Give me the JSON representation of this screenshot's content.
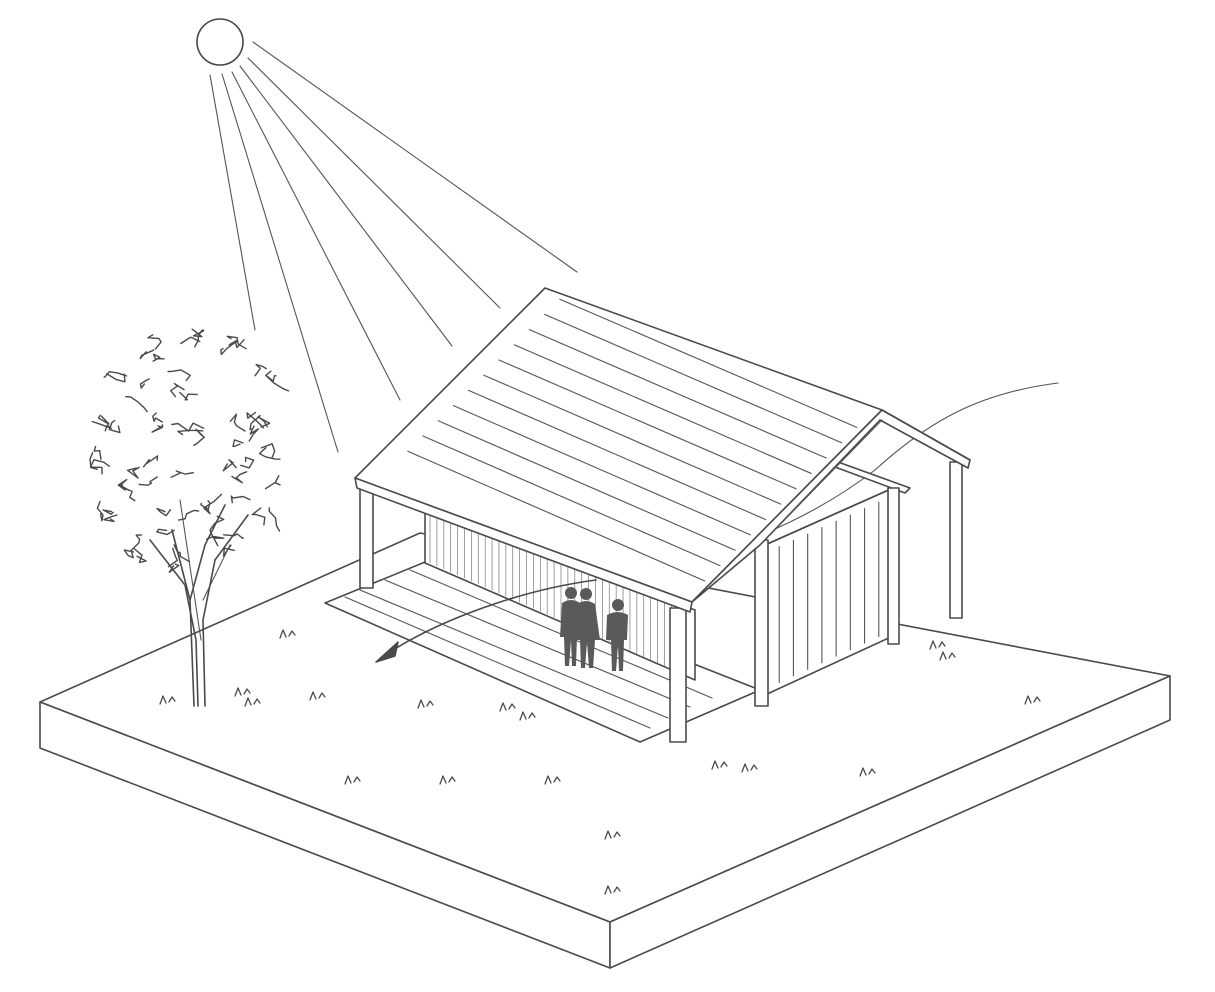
{
  "illustration": {
    "subject": "",
    "elements": [
      "sun",
      "sun-rays",
      "tree",
      "open-shelter",
      "roof",
      "enclosed-room",
      "deck",
      "people",
      "airflow-arrow",
      "grass",
      "ground-platform"
    ],
    "people_count": 3,
    "colors": {
      "line": "#4a4a4a",
      "figures": "#5a5a5a",
      "background": "#ffffff"
    }
  }
}
